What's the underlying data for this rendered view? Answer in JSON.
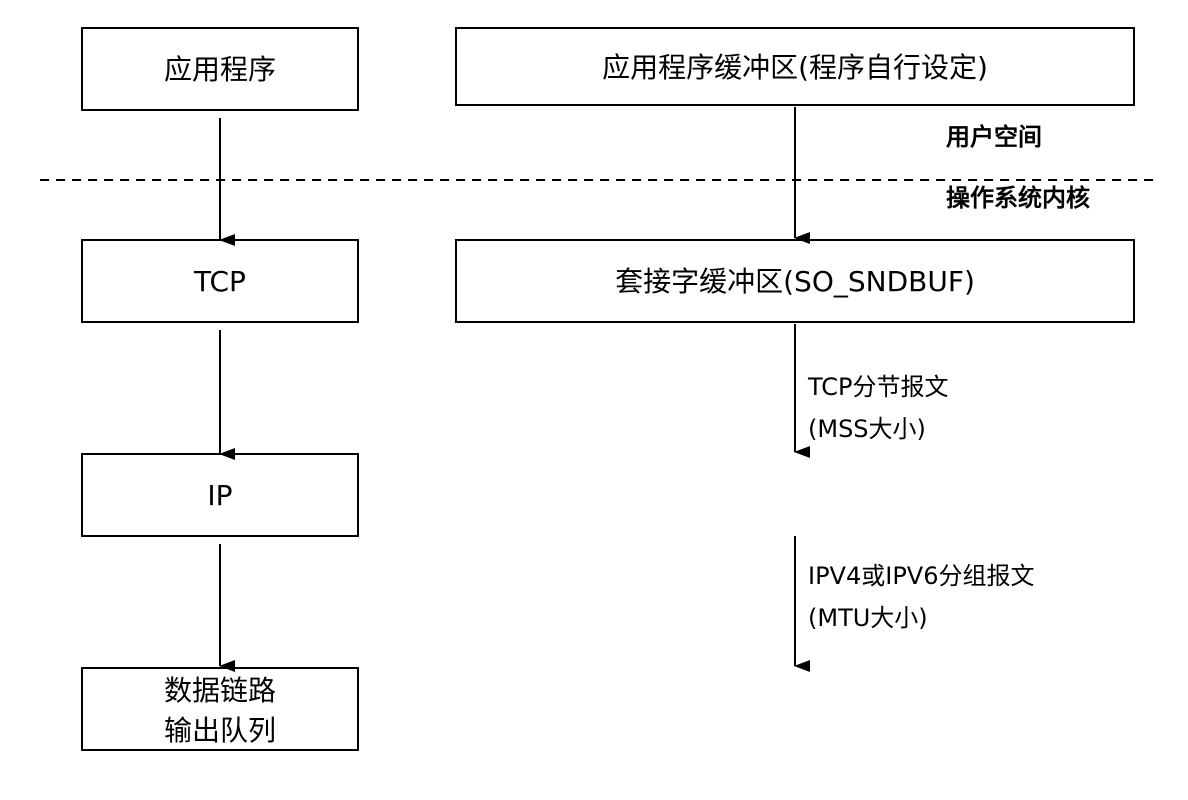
{
  "boxes": {
    "app": "应用程序",
    "app_buffer": "应用程序缓冲区(程序自行设定)",
    "tcp": "TCP",
    "socket_buffer": "套接字缓冲区(SO_SNDBUF)",
    "ip": "IP",
    "datalink_line1": "数据链路",
    "datalink_line2": "输出队列"
  },
  "regions": {
    "user_space": "用户空间",
    "kernel": "操作系统内核"
  },
  "annotations": {
    "tcp_segment_line1": "TCP分节报文",
    "tcp_segment_line2": "(MSS大小)",
    "ip_packet_line1": "IPV4或IPV6分组报文",
    "ip_packet_line2": "(MTU大小)"
  },
  "colors": {
    "stroke": "#000000",
    "background": "#ffffff"
  }
}
